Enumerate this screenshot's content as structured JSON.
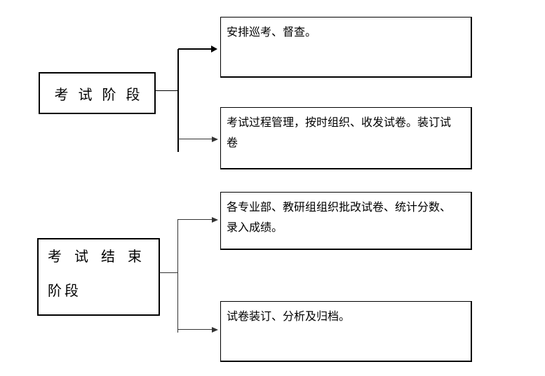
{
  "flowchart": {
    "stages": [
      {
        "id": "exam-stage",
        "lines": [
          "考试阶段"
        ]
      },
      {
        "id": "exam-end-stage",
        "lines": [
          "考试结束",
          "阶段"
        ]
      }
    ],
    "tasks": [
      {
        "text": "安排巡考、督查。"
      },
      {
        "text": "考试过程管理，按时组织、收发试卷。装订试卷"
      },
      {
        "text": "各专业部、教研组组织批改试卷、统计分数、录入成绩。"
      },
      {
        "text": "试卷装订、分析及归档。"
      }
    ],
    "colors": {
      "background": "#ffffff",
      "box_border": "#000000",
      "text": "#000000",
      "connector": "#000000",
      "connector_thin": "#333333"
    }
  }
}
